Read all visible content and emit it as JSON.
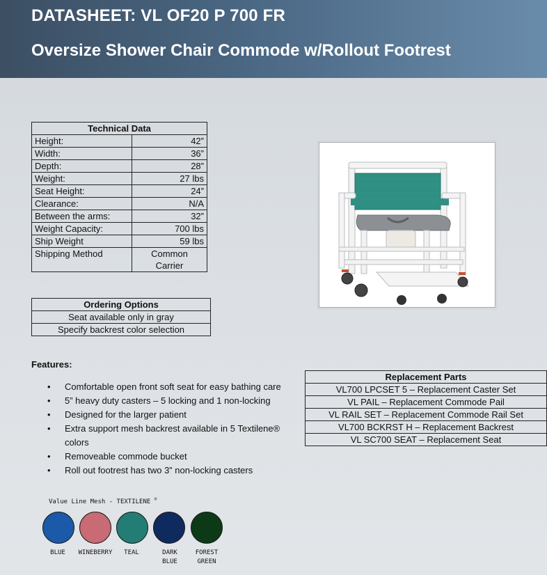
{
  "header": {
    "title": "DATASHEET:  VL OF20 P 700 FR",
    "subtitle": "Oversize Shower Chair Commode w/Rollout Footrest"
  },
  "technical_data": {
    "title": "Technical Data",
    "rows": [
      {
        "label": "Height:",
        "value": "42”"
      },
      {
        "label": "Width:",
        "value": "36”"
      },
      {
        "label": "Depth:",
        "value": "28”"
      },
      {
        "label": "Weight:",
        "value": "27 lbs"
      },
      {
        "label": "Seat Height:",
        "value": "24”"
      },
      {
        "label": "Clearance:",
        "value": "N/A"
      },
      {
        "label": "Between the arms:",
        "value": "32”"
      },
      {
        "label": "Weight Capacity:",
        "value": "700 lbs"
      },
      {
        "label": "Ship Weight",
        "value": "59 lbs"
      },
      {
        "label": "Shipping Method",
        "value": "Common Carrier"
      }
    ]
  },
  "ordering_options": {
    "title": "Ordering Options",
    "rows": [
      "Seat available only in gray",
      "Specify backrest color selection"
    ]
  },
  "features": {
    "title": "Features:",
    "items": [
      "Comfortable open front soft seat for easy bathing care",
      "5” heavy duty casters – 5 locking and 1 non-locking",
      "Designed for the larger patient",
      "Extra support mesh backrest available in 5 Textilene® colors",
      "Removeable commode bucket",
      "Roll out footrest has two 3” non-locking casters"
    ]
  },
  "replacement_parts": {
    "title": "Replacement Parts",
    "rows": [
      "VL700 LPCSET 5 – Replacement Caster Set",
      "VL PAIL – Replacement Commode Pail",
      "VL RAIL SET – Replacement Commode Rail Set",
      "VL700 BCKRST H  – Replacement Backrest",
      "VL SC700 SEAT – Replacement Seat"
    ]
  },
  "mesh": {
    "title": "Value Line Mesh - TEXTILENE",
    "registered": "®",
    "colors": [
      {
        "name": "BLUE",
        "hex": "#1a5aa8"
      },
      {
        "name": "WINEBERRY",
        "hex": "#c86b74"
      },
      {
        "name": "TEAL",
        "hex": "#237d75"
      },
      {
        "name": "DARK BLUE",
        "hex": "#0f2a5e"
      },
      {
        "name": "FOREST GREEN",
        "hex": "#0d3a16"
      }
    ]
  },
  "icons": {
    "bullet": "•"
  }
}
